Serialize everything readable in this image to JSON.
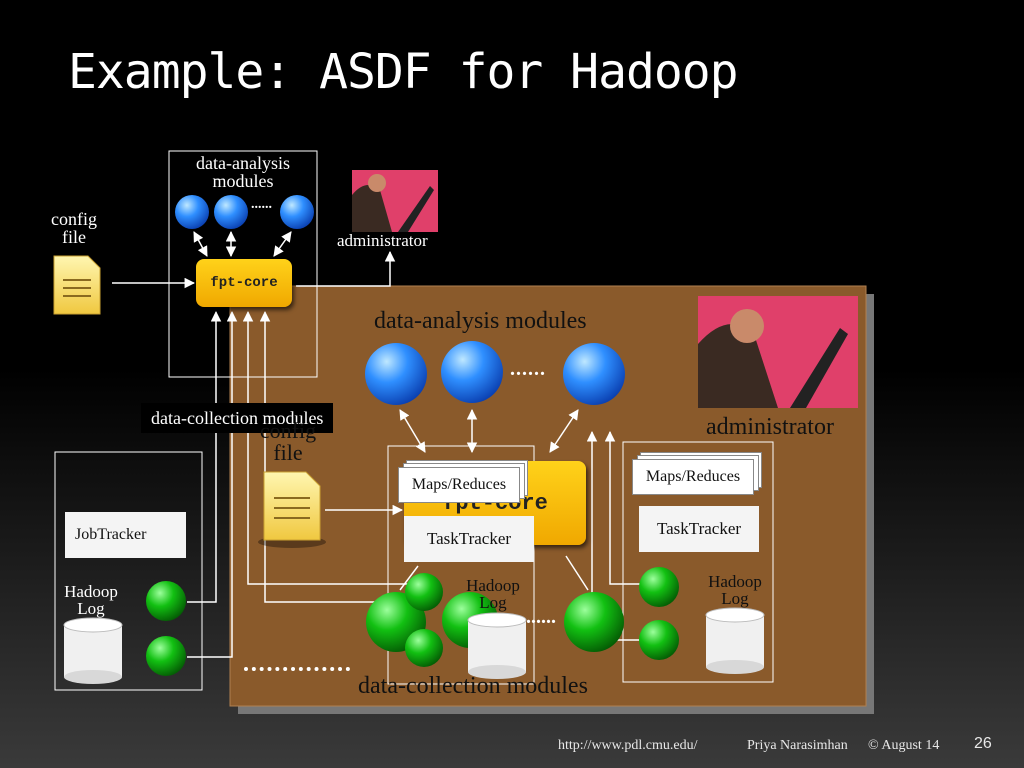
{
  "slide": {
    "title": "Example: ASDF for Hadoop",
    "page_number": "26"
  },
  "small_view": {
    "analysis_label_line1": "data-analysis",
    "analysis_label_line2": "modules",
    "dots": "......",
    "config_line1": "config",
    "config_line2": "file",
    "core_label": "fpt-core",
    "administrator": "administrator",
    "collection_label": "data-collection modules",
    "jobtracker": "JobTracker",
    "hadoop_log_line1": "Hadoop",
    "hadoop_log_line2": "Log"
  },
  "large_view": {
    "analysis_label": "data-analysis modules",
    "dots": "......",
    "administrator": "administrator",
    "config_line1": "config",
    "config_line2": "file",
    "core_label": "fpt-core",
    "maps_reduces_left": "Maps/Reduces",
    "maps_reduces_right": "Maps/Reduces",
    "tasktracker_left": "TaskTracker",
    "tasktracker_right": "TaskTracker",
    "hadoop_log_mid_line1": "Hadoop",
    "hadoop_log_mid_line2": "Log",
    "hadoop_log_right_line1": "Hadoop",
    "hadoop_log_right_line2": "Log",
    "dots_bottom": "......",
    "collection_label": "data-collection modules"
  },
  "footer": {
    "url": "http://www.pdl.cmu.edu/",
    "author": "Priya Narasimhan",
    "date": "© August 14"
  },
  "colors": {
    "panel": "#8a5a2b",
    "core": "#f5b800",
    "blue_module": "#1e7fe0",
    "green_module": "#13b413"
  }
}
